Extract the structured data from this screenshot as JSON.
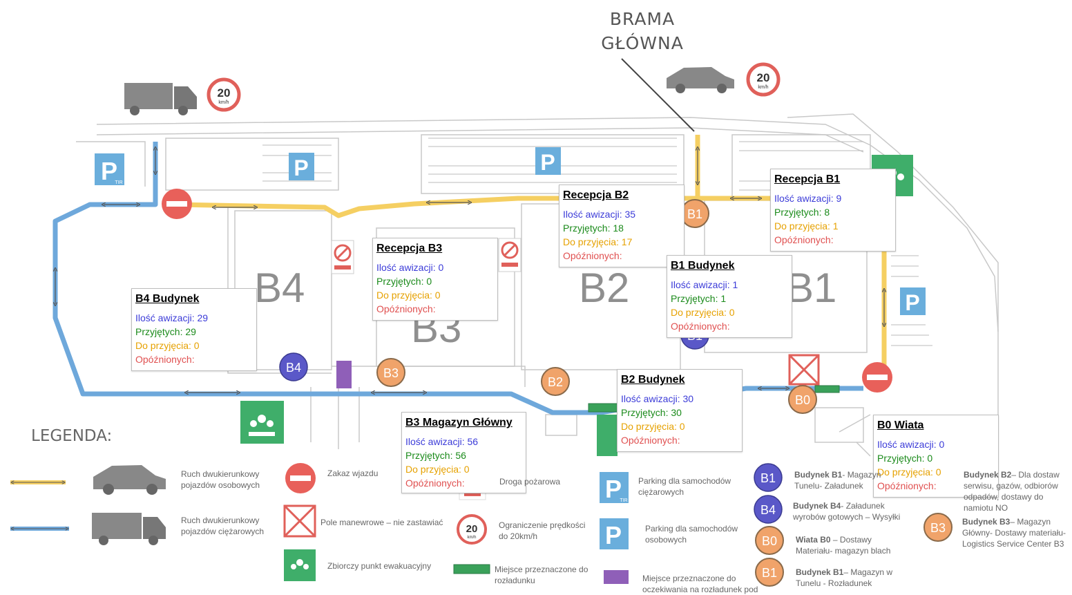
{
  "gate": {
    "line1": "BRAMA",
    "line2": "GŁÓWNA"
  },
  "speed_sign": "20",
  "speed_unit": "km/h",
  "buildings": [
    "B4",
    "B3",
    "B2",
    "B1"
  ],
  "parking_labels": {
    "p": "P",
    "tir": "TIR"
  },
  "markers": {
    "b4": "B4",
    "b3": "B3",
    "b2": "B2",
    "b1": "B1",
    "b0": "B0"
  },
  "panels": {
    "recepcja_b2": {
      "title": "Recepcja B2",
      "awizacji": "Ilość awizacji: 35",
      "przyjetych": "Przyjętych: 18",
      "do_przyjecia": "Do przyjęcia: 17",
      "opoznionych": "Opóźnionych:"
    },
    "recepcja_b1": {
      "title": "Recepcja B1",
      "awizacji": "Ilość awizacji: 9",
      "przyjetych": "Przyjętych: 8",
      "do_przyjecia": "Do przyjęcia: 1",
      "opoznionych": "Opóźnionych:"
    },
    "recepcja_b3": {
      "title": "Recepcja B3",
      "awizacji": "Ilość awizacji: 0",
      "przyjetych": "Przyjętych: 0",
      "do_przyjecia": "Do przyjęcia: 0",
      "opoznionych": "Opóźnionych:"
    },
    "b1_budynek": {
      "title": "B1 Budynek",
      "awizacji": "Ilość awizacji: 1",
      "przyjetych": "Przyjętych: 1",
      "do_przyjecia": "Do przyjęcia: 0",
      "opoznionych": "Opóźnionych:"
    },
    "b4_budynek": {
      "title": "B4 Budynek",
      "awizacji": "Ilość awizacji: 29",
      "przyjetych": "Przyjętych: 29",
      "do_przyjecia": "Do przyjęcia: 0",
      "opoznionych": "Opóźnionych:"
    },
    "b2_budynek": {
      "title": "B2 Budynek",
      "awizacji": "Ilość awizacji: 30",
      "przyjetych": "Przyjętych: 30",
      "do_przyjecia": "Do przyjęcia: 0",
      "opoznionych": "Opóźnionych:"
    },
    "b3_magazyn": {
      "title": "B3 Magazyn Główny",
      "awizacji": "Ilość awizacji: 56",
      "przyjetych": "Przyjętych: 56",
      "do_przyjecia": "Do przyjęcia: 0",
      "opoznionych": "Opóźnionych:"
    },
    "b0_wiata": {
      "title": "B0 Wiata",
      "awizacji": "Ilość awizacji: 0",
      "przyjetych": "Przyjętych: 0",
      "do_przyjecia": "Do przyjęcia: 0",
      "opoznionych": "Opóźnionych:"
    }
  },
  "legend": {
    "title": "LEGENDA:",
    "car_traffic": [
      "Ruch dwukierunkowy",
      "pojazdów osobowych"
    ],
    "truck_traffic": [
      "Ruch dwukierunkowy",
      "pojazdów ciężarowych"
    ],
    "no_entry": "Zakaz wjazdu",
    "fire_road": "Droga pożarowa",
    "maneuver": "Pole manewrowe – nie zastawiać",
    "speed": [
      "Ograniczenie prędkości",
      "do 20km/h"
    ],
    "evacuation": "Zbiorczy punkt ewakuacyjny",
    "unload": [
      "Miejsce przeznaczone do",
      "rozładunku"
    ],
    "truck_parking": [
      "Parking dla samochodów",
      "ciężarowych"
    ],
    "car_parking": [
      "Parking dla samochodów",
      "osobowych"
    ],
    "wait_unload": [
      "Miejsce przeznaczone do",
      "oczekiwania na rozładunek pod"
    ],
    "b1_a": {
      "name": "Budynek B1",
      "desc": [
        "- Magazyn",
        "Tunelu- Załadunek"
      ]
    },
    "b4": {
      "name": "Budynek B4",
      "desc": [
        "- Załadunek",
        "wyrobów gotowych – Wysyłki"
      ]
    },
    "b0": {
      "name": "Wiata B0",
      "desc": [
        " – Dostawy",
        "Materiału- magazyn blach"
      ]
    },
    "b1_b": {
      "name": "Budynek B1",
      "desc": [
        "– Magazyn w",
        "Tunelu - Rozładunek"
      ]
    },
    "b2": {
      "name": "Budynek B2",
      "desc": [
        "– Dla dostaw",
        "serwisu, gazów, odbiorów",
        "odpadów, dostawy do",
        "namiotu  NO"
      ]
    },
    "b3": {
      "name": "Budynek B3",
      "desc": [
        "– Magazyn",
        "Główny- Dostawy materiału-",
        "Logistics Service Center B3"
      ]
    }
  },
  "colors": {
    "car_road": "#f5cf62",
    "truck_road": "#6ea8db",
    "marker_blue": "#5a58c8",
    "marker_orange": "#f0a36a",
    "no_entry": "#e8605a",
    "parking": "#6aaedc",
    "evac": "#3fae6a",
    "unload": "#3aa15a",
    "wait": "#8f5fb8"
  }
}
